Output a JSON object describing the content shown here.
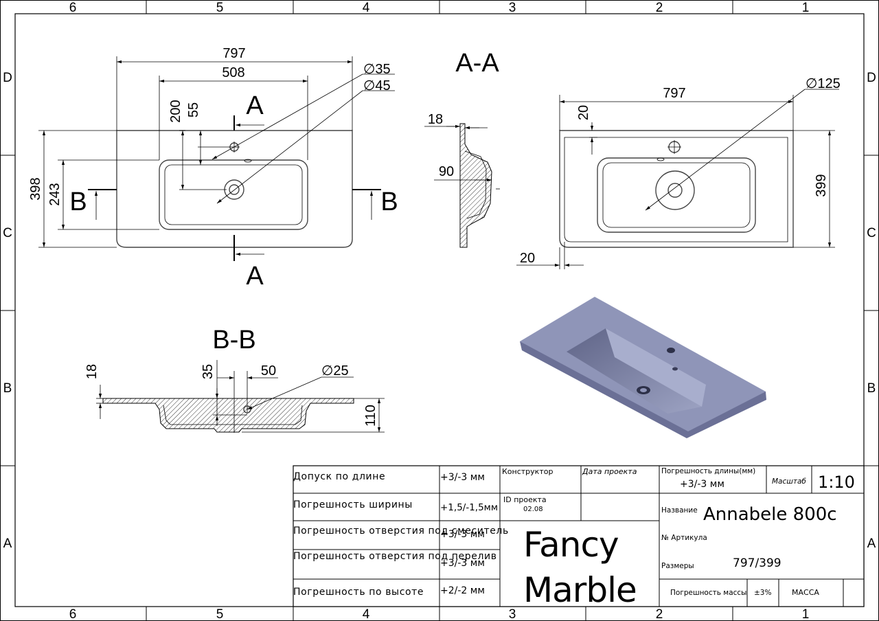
{
  "zones": {
    "columns": [
      "6",
      "5",
      "4",
      "3",
      "2",
      "1"
    ],
    "rows": [
      "D",
      "C",
      "B",
      "A"
    ]
  },
  "top_view": {
    "overall_length": "797",
    "bowl_length": "508",
    "faucet_hole_dia": "∅35",
    "overflow_dia": "∅45",
    "offset_200": "200",
    "offset_55": "55",
    "overall_width": "398",
    "bowl_width": "243",
    "section_a": "A",
    "section_b": "B"
  },
  "section_aa": {
    "title": "A-A",
    "thickness": "18",
    "depth": "90"
  },
  "right_view": {
    "length": "797",
    "drain_dia": "∅125",
    "edge_20_top": "20",
    "width": "399",
    "edge_20_bottom": "20"
  },
  "section_bb": {
    "title": "B-B",
    "thickness": "18",
    "offset_35": "35",
    "offset_50": "50",
    "hole_dia": "∅25",
    "height": "110"
  },
  "title_block": {
    "tolerances": [
      {
        "label": "Допуск по длине",
        "value": "+3/-3 мм"
      },
      {
        "label": "Погрешность ширины",
        "value": "+1,5/-1,5мм"
      },
      {
        "label": "Погрешность отверстия под смеситель",
        "value": "+3/-3 мм"
      },
      {
        "label": "Погрешность отверстия под перелив",
        "value": "+3/-3 мм"
      },
      {
        "label": "Погрешность по высоте",
        "value": "+2/-2 мм"
      }
    ],
    "designer_label": "Конструктор",
    "project_date_label": "Дата проекта",
    "project_id_label": "ID проекта",
    "project_id_value": "02.08",
    "length_error_label": "Погрешность длины(мм)",
    "length_error_value": "+3/-3 мм",
    "scale_label": "Масштаб",
    "scale_value": "1:10",
    "name_label": "Название",
    "name_value": "Annabele 800c",
    "article_label": "№ Артикула",
    "size_label": "Размеры",
    "size_value": "797/399",
    "mass_error_label": "Погрешность массы",
    "mass_error_value": "±3%",
    "mass_label": "МАССА",
    "company_line1": "Fancy",
    "company_line2": "Marble"
  },
  "colors": {
    "line": "#000000",
    "part_outline": "#444444",
    "render_top": "#8f95b8",
    "render_side": "#6b7096"
  }
}
